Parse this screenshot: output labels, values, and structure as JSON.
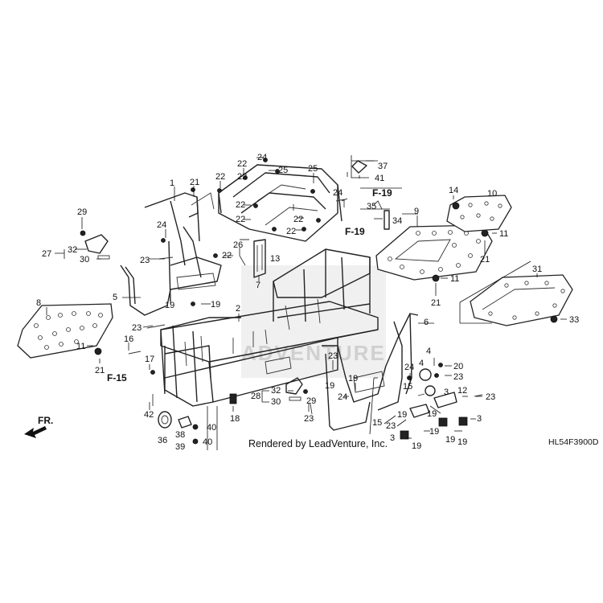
{
  "labels": {
    "p1": "1",
    "p2": "2",
    "p3": "3",
    "p4": "4",
    "p5": "5",
    "p6": "6",
    "p7": "7",
    "p8": "8",
    "p9": "9",
    "p10": "10",
    "p11": "11",
    "p12": "12",
    "p13": "13",
    "p14": "14",
    "p15": "15",
    "p16": "16",
    "p17": "17",
    "p18": "18",
    "p19": "19",
    "p20": "20",
    "p21": "21",
    "p22": "22",
    "p23": "23",
    "p24": "24",
    "p25": "25",
    "p26": "26",
    "p27": "27",
    "p28": "28",
    "p29": "29",
    "p30": "30",
    "p31": "31",
    "p32": "32",
    "p33": "33",
    "p34": "34",
    "p35": "35",
    "p36": "36",
    "p37": "37",
    "p38": "38",
    "p39": "39",
    "p40": "40",
    "p41": "41",
    "p42": "42"
  },
  "refs": {
    "f19": "F-19",
    "f15": "F-15"
  },
  "direction": "FR.",
  "watermark": "ADVENTURE",
  "footer": {
    "rendered_by": "Rendered by LeadVenture, Inc.",
    "diagram_code": "HL54F3900D"
  }
}
